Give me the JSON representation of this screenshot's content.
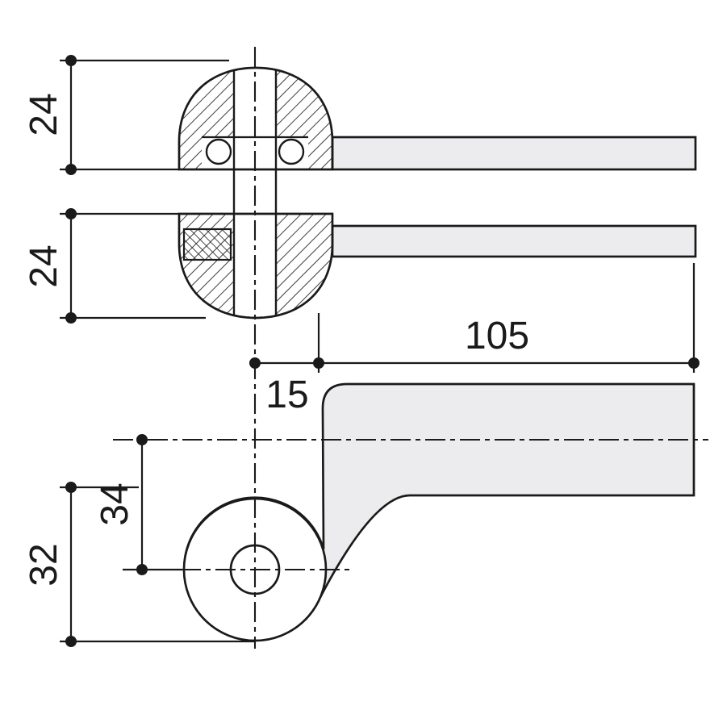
{
  "title": "Hinge cross-section technical drawing",
  "drawing": {
    "views": {
      "top": "hinge-knuckle-section-view",
      "bottom": "lever-arm-side-view"
    },
    "dimensions": {
      "knuckle_top_height": "24",
      "knuckle_bottom_height": "24",
      "arm_length": "105",
      "pin_offset": "15",
      "boss_center_offset": "34",
      "boss_bottom_offset": "32"
    },
    "colors": {
      "line": "#1a1a1a",
      "part_fill": "#ececee",
      "background": "#ffffff"
    }
  }
}
